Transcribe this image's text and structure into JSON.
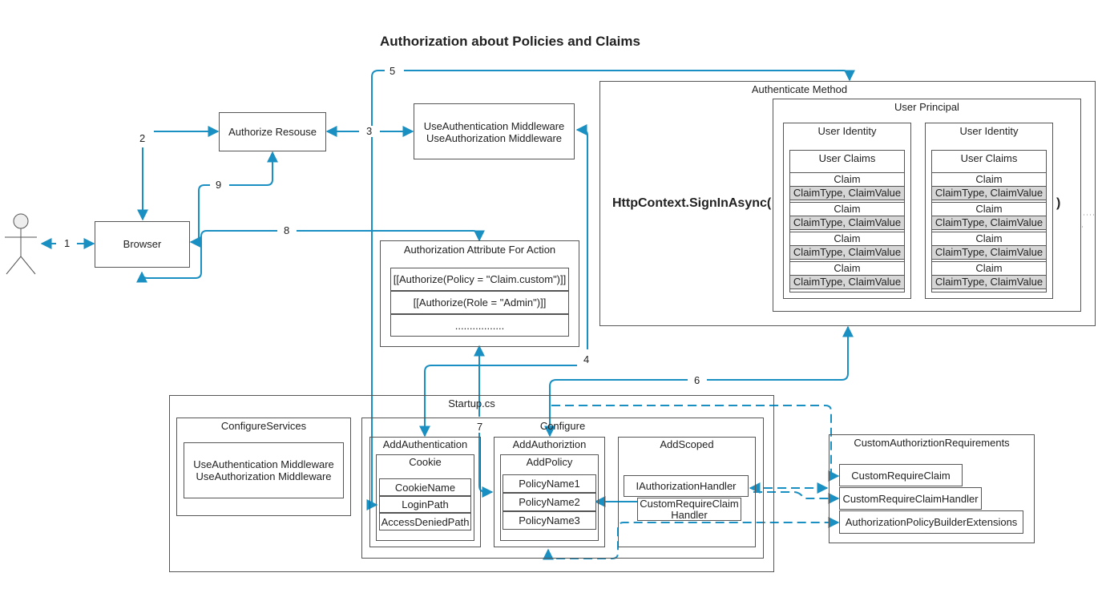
{
  "title": "Authorization about Policies and Claims",
  "colors": {
    "arrow": "#1a8fc1",
    "box_border": "#555555",
    "claim_fill": "#d6d6d6"
  },
  "actor": {
    "icon": "user-actor-icon"
  },
  "step_labels": [
    "1",
    "2",
    "3",
    "4",
    "5",
    "6",
    "7",
    "8",
    "9"
  ],
  "browser": {
    "label": "Browser"
  },
  "authorize_resource": {
    "label": "Authorize Resouse"
  },
  "middleware": {
    "line1": "UseAuthentication Middleware",
    "line2": "UseAuthorization   Middleware"
  },
  "auth_attribute": {
    "title": "Authorization Attribute For Action",
    "items": [
      "[[Authorize(Policy = \"Claim.custom\")]]",
      "[[Authorize(Role = \"Admin\")]]",
      "................."
    ]
  },
  "authenticate_method": {
    "title": "Authenticate Method",
    "signin_open": "HttpContext.SignInAsync(",
    "signin_close": ")",
    "user_principal": "User Principal",
    "identities": [
      {
        "title": "User Identity",
        "claims_title": "User Claims",
        "claims": [
          {
            "name": "Claim",
            "value": "ClaimType, ClaimValue"
          },
          {
            "name": "Claim",
            "value": "ClaimType, ClaimValue"
          },
          {
            "name": "Claim",
            "value": "ClaimType, ClaimValue"
          },
          {
            "name": "Claim",
            "value": "ClaimType, ClaimValue"
          }
        ]
      },
      {
        "title": "User Identity",
        "claims_title": "User Claims",
        "claims": [
          {
            "name": "Claim",
            "value": "ClaimType, ClaimValue"
          },
          {
            "name": "Claim",
            "value": "ClaimType, ClaimValue"
          },
          {
            "name": "Claim",
            "value": "ClaimType, ClaimValue"
          },
          {
            "name": "Claim",
            "value": "ClaimType, ClaimValue"
          }
        ]
      }
    ]
  },
  "startup": {
    "title": "Startup.cs",
    "configure_services": {
      "title": "ConfigureServices",
      "line1": "UseAuthentication Middleware",
      "line2": "UseAuthorization   Middleware"
    },
    "configure": {
      "title": "Configure",
      "add_authentication": {
        "title": "AddAuthentication",
        "cookie": "Cookie",
        "items": [
          "CookieName",
          "LoginPath",
          "AccessDeniedPath"
        ]
      },
      "add_authorization": {
        "title": "AddAuthoriztion",
        "policy": "AddPolicy",
        "items": [
          "PolicyName1",
          "PolicyName2",
          "PolicyName3"
        ]
      },
      "add_scoped": {
        "title": "AddScoped",
        "handler_interface": "IAuthorizationHandler",
        "handler_impl": "CustomRequireClaim\nHandler"
      }
    }
  },
  "custom_requirements": {
    "title": "CustomAuthoriztionRequirements",
    "items": [
      "CustomRequireClaim",
      "CustomRequireClaimHandler",
      "AuthorizationPolicyBuilderExtensions"
    ]
  }
}
